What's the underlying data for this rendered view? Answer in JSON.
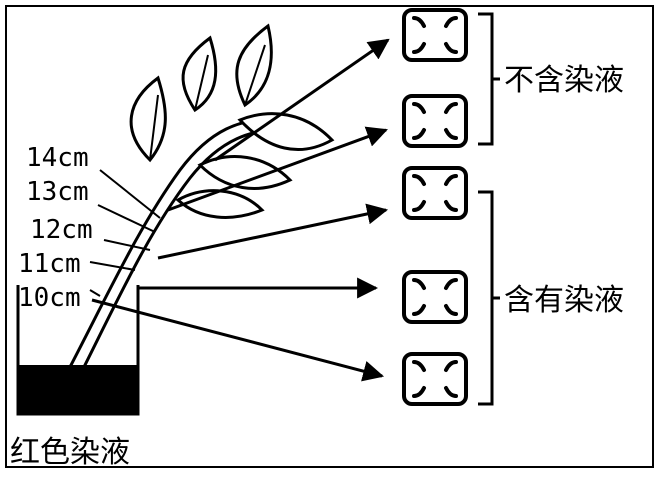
{
  "diagram": {
    "height_labels": [
      "14cm",
      "13cm",
      "12cm",
      "11cm",
      "10cm"
    ],
    "group_top_label": "不含染液",
    "group_bottom_label": "含有染液",
    "beaker_label": "红色染液"
  }
}
